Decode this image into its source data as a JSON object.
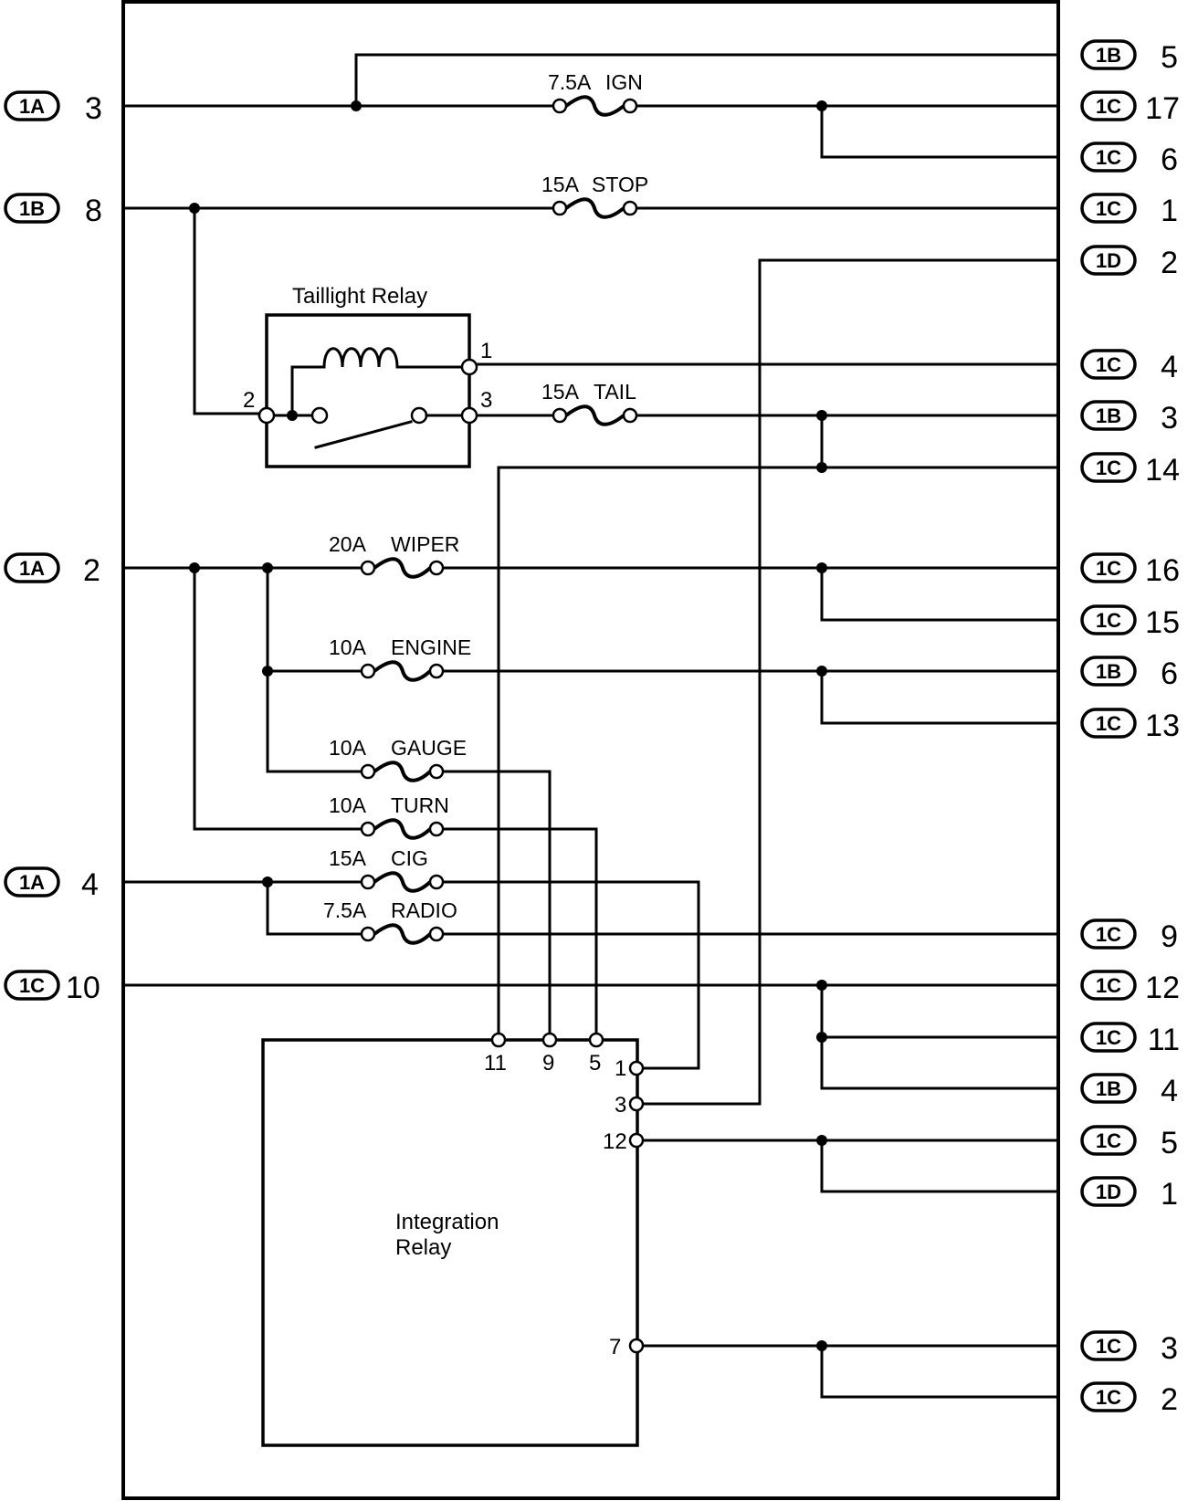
{
  "left_connectors": [
    {
      "connector": "1A",
      "pin": "3"
    },
    {
      "connector": "1B",
      "pin": "8"
    },
    {
      "connector": "1A",
      "pin": "2"
    },
    {
      "connector": "1A",
      "pin": "4"
    },
    {
      "connector": "1C",
      "pin": "10"
    }
  ],
  "right_connectors": [
    {
      "connector": "1B",
      "pin": "5"
    },
    {
      "connector": "1C",
      "pin": "17"
    },
    {
      "connector": "1C",
      "pin": "6"
    },
    {
      "connector": "1C",
      "pin": "1"
    },
    {
      "connector": "1D",
      "pin": "2"
    },
    {
      "connector": "1C",
      "pin": "4"
    },
    {
      "connector": "1B",
      "pin": "3"
    },
    {
      "connector": "1C",
      "pin": "14"
    },
    {
      "connector": "1C",
      "pin": "16"
    },
    {
      "connector": "1C",
      "pin": "15"
    },
    {
      "connector": "1B",
      "pin": "6"
    },
    {
      "connector": "1C",
      "pin": "13"
    },
    {
      "connector": "1C",
      "pin": "9"
    },
    {
      "connector": "1C",
      "pin": "12"
    },
    {
      "connector": "1C",
      "pin": "11"
    },
    {
      "connector": "1B",
      "pin": "4"
    },
    {
      "connector": "1C",
      "pin": "5"
    },
    {
      "connector": "1D",
      "pin": "1"
    },
    {
      "connector": "1C",
      "pin": "3"
    },
    {
      "connector": "1C",
      "pin": "2"
    }
  ],
  "fuses": [
    {
      "rating": "7.5A",
      "name": "IGN"
    },
    {
      "rating": "15A",
      "name": "STOP"
    },
    {
      "rating": "15A",
      "name": "TAIL"
    },
    {
      "rating": "20A",
      "name": "WIPER"
    },
    {
      "rating": "10A",
      "name": "ENGINE"
    },
    {
      "rating": "10A",
      "name": "GAUGE"
    },
    {
      "rating": "10A",
      "name": "TURN"
    },
    {
      "rating": "15A",
      "name": "CIG"
    },
    {
      "rating": "7.5A",
      "name": "RADIO"
    }
  ],
  "taillight_relay": {
    "title": "Taillight Relay",
    "pins": [
      "1",
      "2",
      "3"
    ]
  },
  "integration_relay": {
    "title_line1": "Integration",
    "title_line2": "Relay",
    "top_pins": [
      "11",
      "9",
      "5"
    ],
    "side_pins": [
      "1",
      "3",
      "12",
      "7"
    ]
  }
}
